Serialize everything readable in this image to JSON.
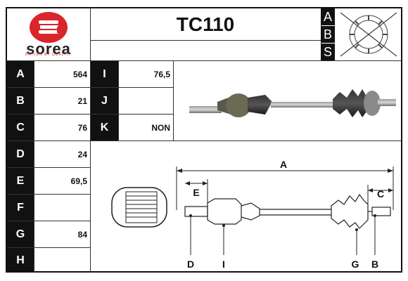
{
  "brand": {
    "name": "sorea",
    "tagline": "DRIVEN BY QUALITY",
    "logo_color": "#d9252b"
  },
  "header": {
    "part_number": "TC110",
    "abs_letters": [
      "A",
      "B",
      "S"
    ]
  },
  "specs_left": [
    {
      "label": "A",
      "value": "564"
    },
    {
      "label": "B",
      "value": "21"
    },
    {
      "label": "C",
      "value": "76"
    },
    {
      "label": "D",
      "value": "24"
    },
    {
      "label": "E",
      "value": "69,5"
    },
    {
      "label": "F",
      "value": ""
    },
    {
      "label": "G",
      "value": "84"
    },
    {
      "label": "H",
      "value": ""
    }
  ],
  "specs_right": [
    {
      "label": "I",
      "value": "76,5"
    },
    {
      "label": "J",
      "value": ""
    },
    {
      "label": "K",
      "value": "NON"
    }
  ],
  "diagram": {
    "top_dims": [
      "A",
      "E",
      "C"
    ],
    "bottom_dims": [
      "D",
      "I",
      "G",
      "B"
    ]
  }
}
